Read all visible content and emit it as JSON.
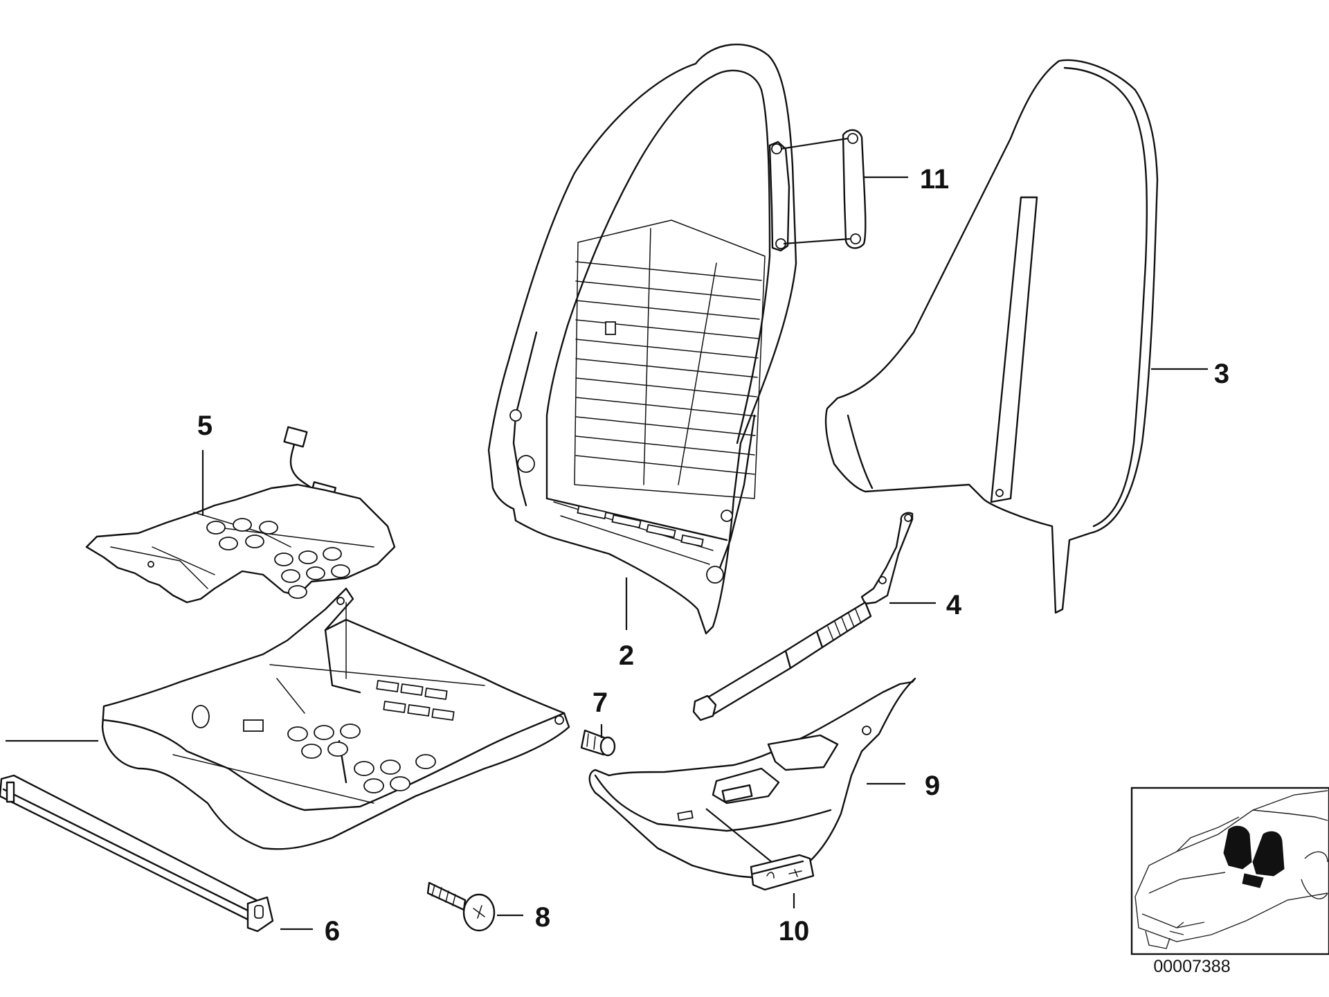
{
  "diagram": {
    "callouts": {
      "c2": "2",
      "c3": "3",
      "c4": "4",
      "c5": "5",
      "c6": "6",
      "c7": "7",
      "c8": "8",
      "c9": "9",
      "c10": "10",
      "c11": "11"
    },
    "reference_number": "00007388"
  }
}
